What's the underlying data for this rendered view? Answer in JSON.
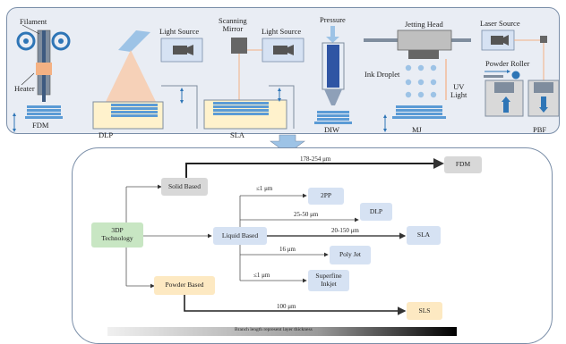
{
  "top_panel": {
    "labels": {
      "filament": "Filament",
      "heater": "Heater",
      "light_source_1": "Light Source",
      "scanning_mirror": "Scanning\nMirror",
      "light_source_2": "Light Source",
      "pressure": "Pressure",
      "jetting_head": "Jetting Head",
      "ink_droplet": "Ink Droplet",
      "uv_light": "UV\nLight",
      "laser_source": "Laser Source",
      "powder_roller": "Powder Roller"
    },
    "methods": [
      "FDM",
      "DLP",
      "SLA",
      "DIW",
      "MJ",
      "PBF"
    ]
  },
  "tree": {
    "root": "3DP\nTechnology",
    "solid": "Solid Based",
    "liquid": "Liquid Based",
    "powder": "Powder Based",
    "leaves": {
      "fdm": "FDM",
      "tpp": "2PP",
      "dlp": "DLP",
      "sla": "SLA",
      "polyjet": "Poly Jet",
      "superfine": "Superfine\nInkjet",
      "sls": "SLS"
    },
    "branch_labels": {
      "fdm": "178-254 μm",
      "tpp": "≤1 μm",
      "dlp": "25-50 μm",
      "sla": "20-150 μm",
      "polyjet": "16 μm",
      "superfine": "≤1 μm",
      "sls": "100 μm"
    },
    "caption": "Branch length represent layer thickness"
  }
}
